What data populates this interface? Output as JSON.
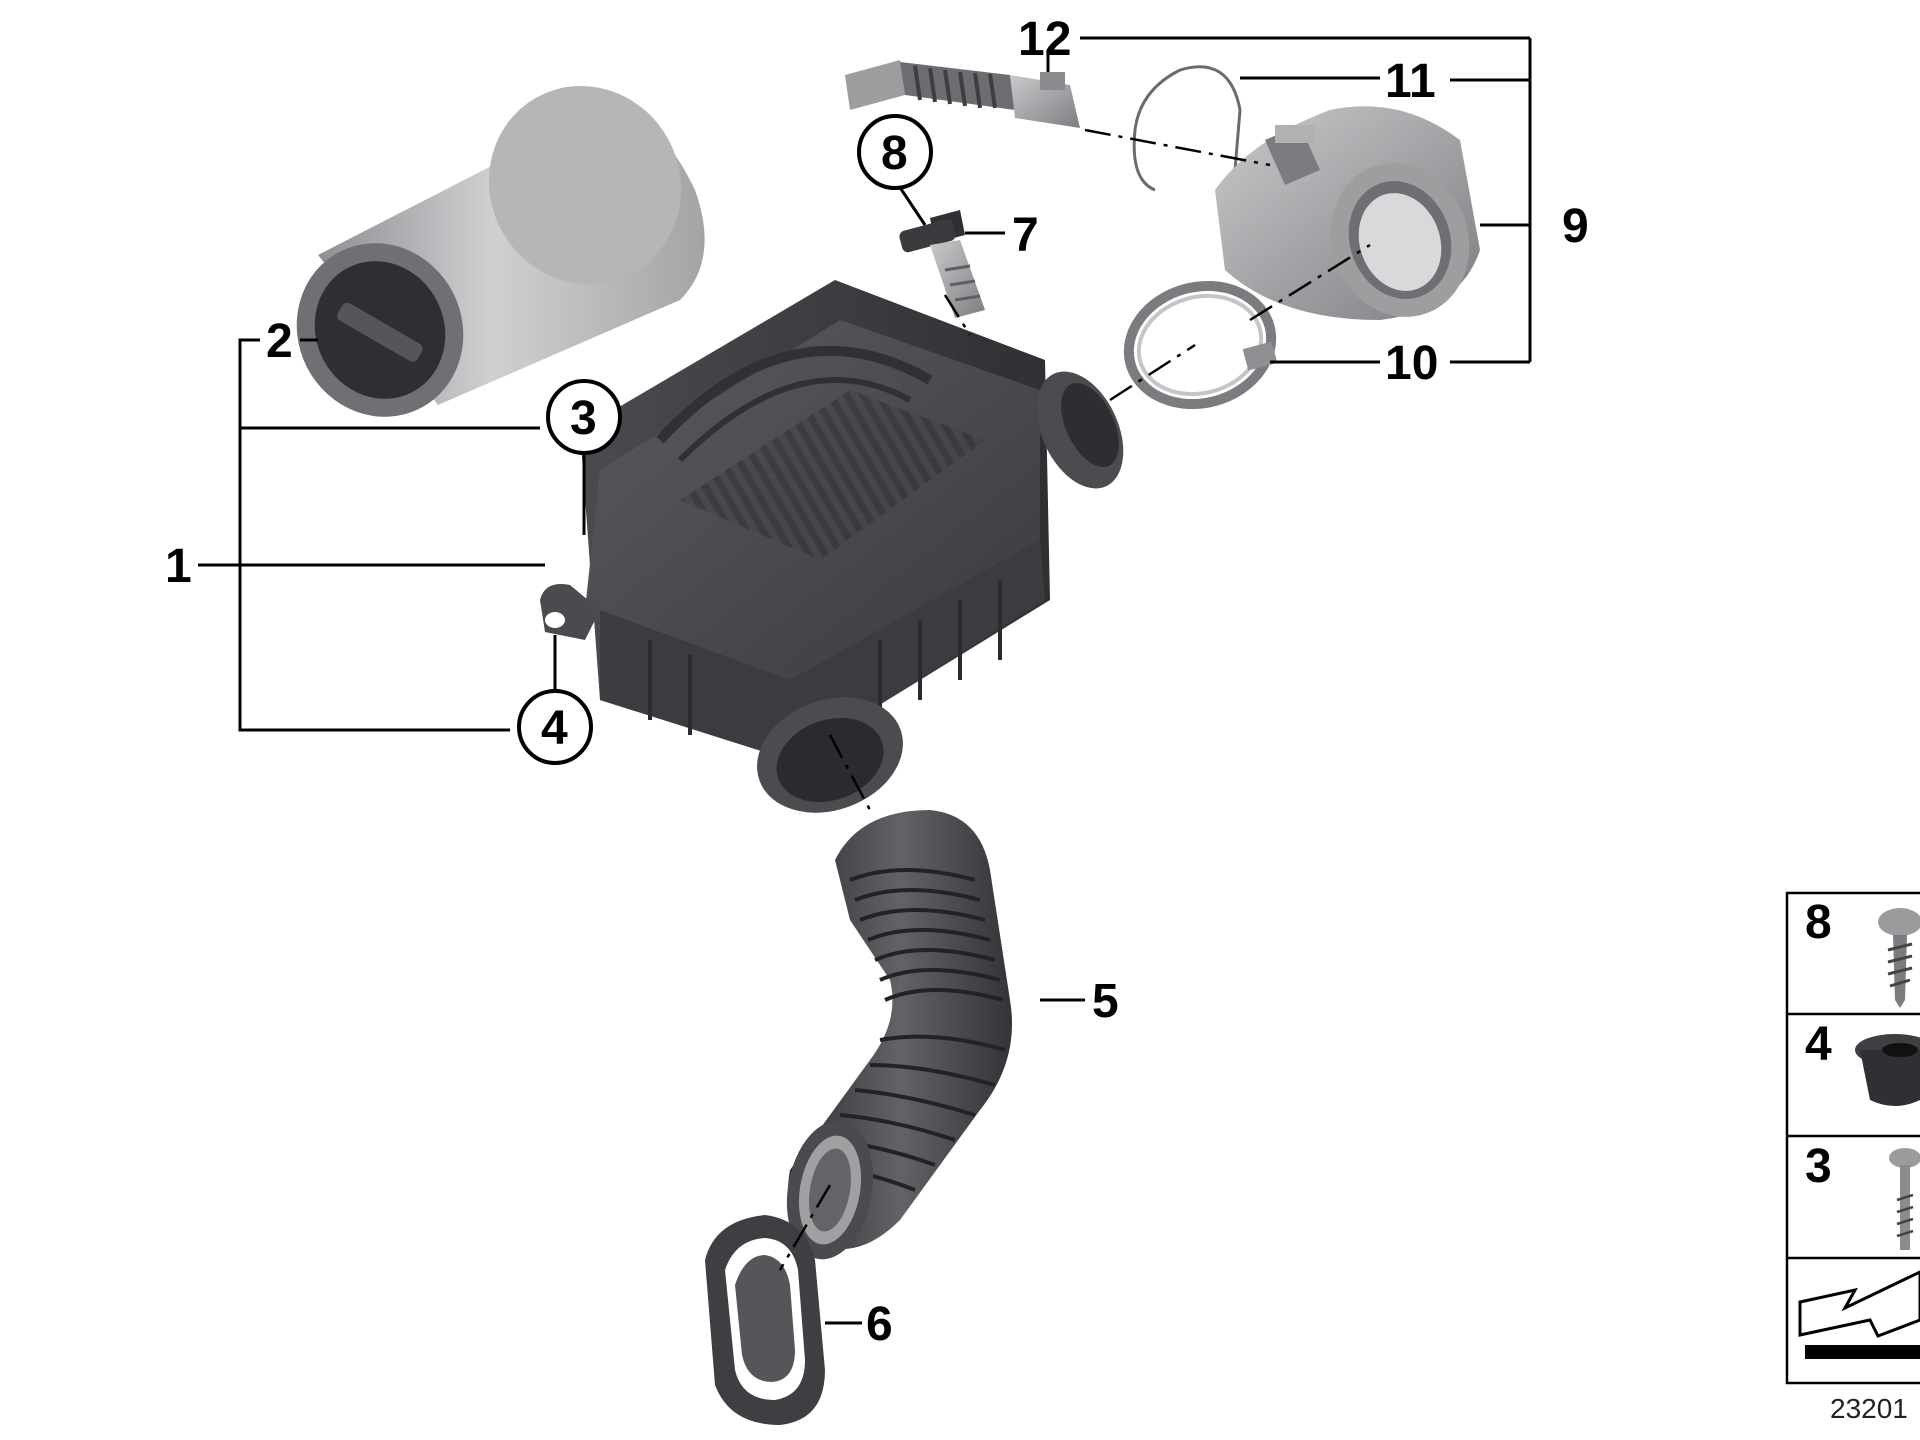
{
  "callouts": [
    {
      "id": "1",
      "label": "1"
    },
    {
      "id": "2",
      "label": "2"
    },
    {
      "id": "3",
      "label": "3",
      "circled": true
    },
    {
      "id": "4",
      "label": "4",
      "circled": true
    },
    {
      "id": "5",
      "label": "5"
    },
    {
      "id": "6",
      "label": "6"
    },
    {
      "id": "7",
      "label": "7"
    },
    {
      "id": "8",
      "label": "8",
      "circled": true
    },
    {
      "id": "9",
      "label": "9"
    },
    {
      "id": "10",
      "label": "10"
    },
    {
      "id": "11",
      "label": "11"
    },
    {
      "id": "12",
      "label": "12"
    }
  ],
  "side_legend": [
    {
      "label": "8",
      "icon": "tapping-screw-icon"
    },
    {
      "label": "4",
      "icon": "rubber-grommet-icon"
    },
    {
      "label": "3",
      "icon": "long-screw-icon"
    },
    {
      "label": "",
      "icon": "arrow-symbol-icon"
    }
  ],
  "diagram_ref": "23201",
  "colors": {
    "part_dark": "#3f4043",
    "part_mid": "#55565a",
    "part_light": "#9a9b9d",
    "filter_grey": "#b9babc"
  }
}
